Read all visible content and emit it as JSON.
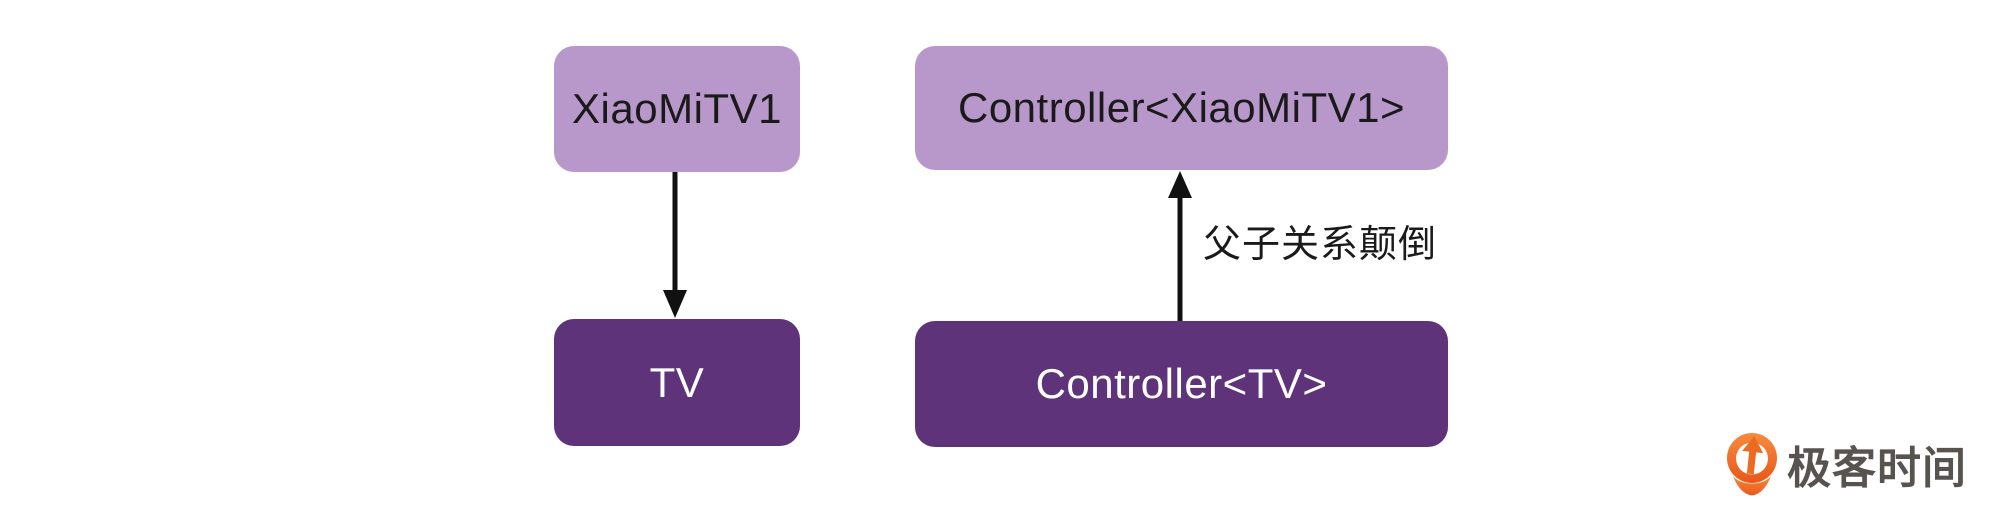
{
  "diagram": {
    "left_column": {
      "subclass_box": {
        "label": "XiaoMiTV1"
      },
      "superclass_box": {
        "label": "TV"
      }
    },
    "right_column": {
      "controller_subclass_box": {
        "label": "Controller<XiaoMiTV1>"
      },
      "controller_superclass_box": {
        "label": "Controller<TV>"
      },
      "arrow_label": "父子关系颠倒"
    }
  },
  "branding": {
    "logo_text": "极客时间",
    "logo_icon": "geektime-pin-q-icon"
  },
  "colors": {
    "box_light_purple": "#B897CB",
    "box_dark_purple": "#5F3379",
    "box_text_dark": "#1A1A1A",
    "box_text_light": "#FFFFFF",
    "arrow_black": "#111111",
    "label_black": "#1A1A1A",
    "logo_orange": "#ED6A21",
    "logo_orange_light": "#F68B3E",
    "logo_text_gray": "#57534E"
  }
}
